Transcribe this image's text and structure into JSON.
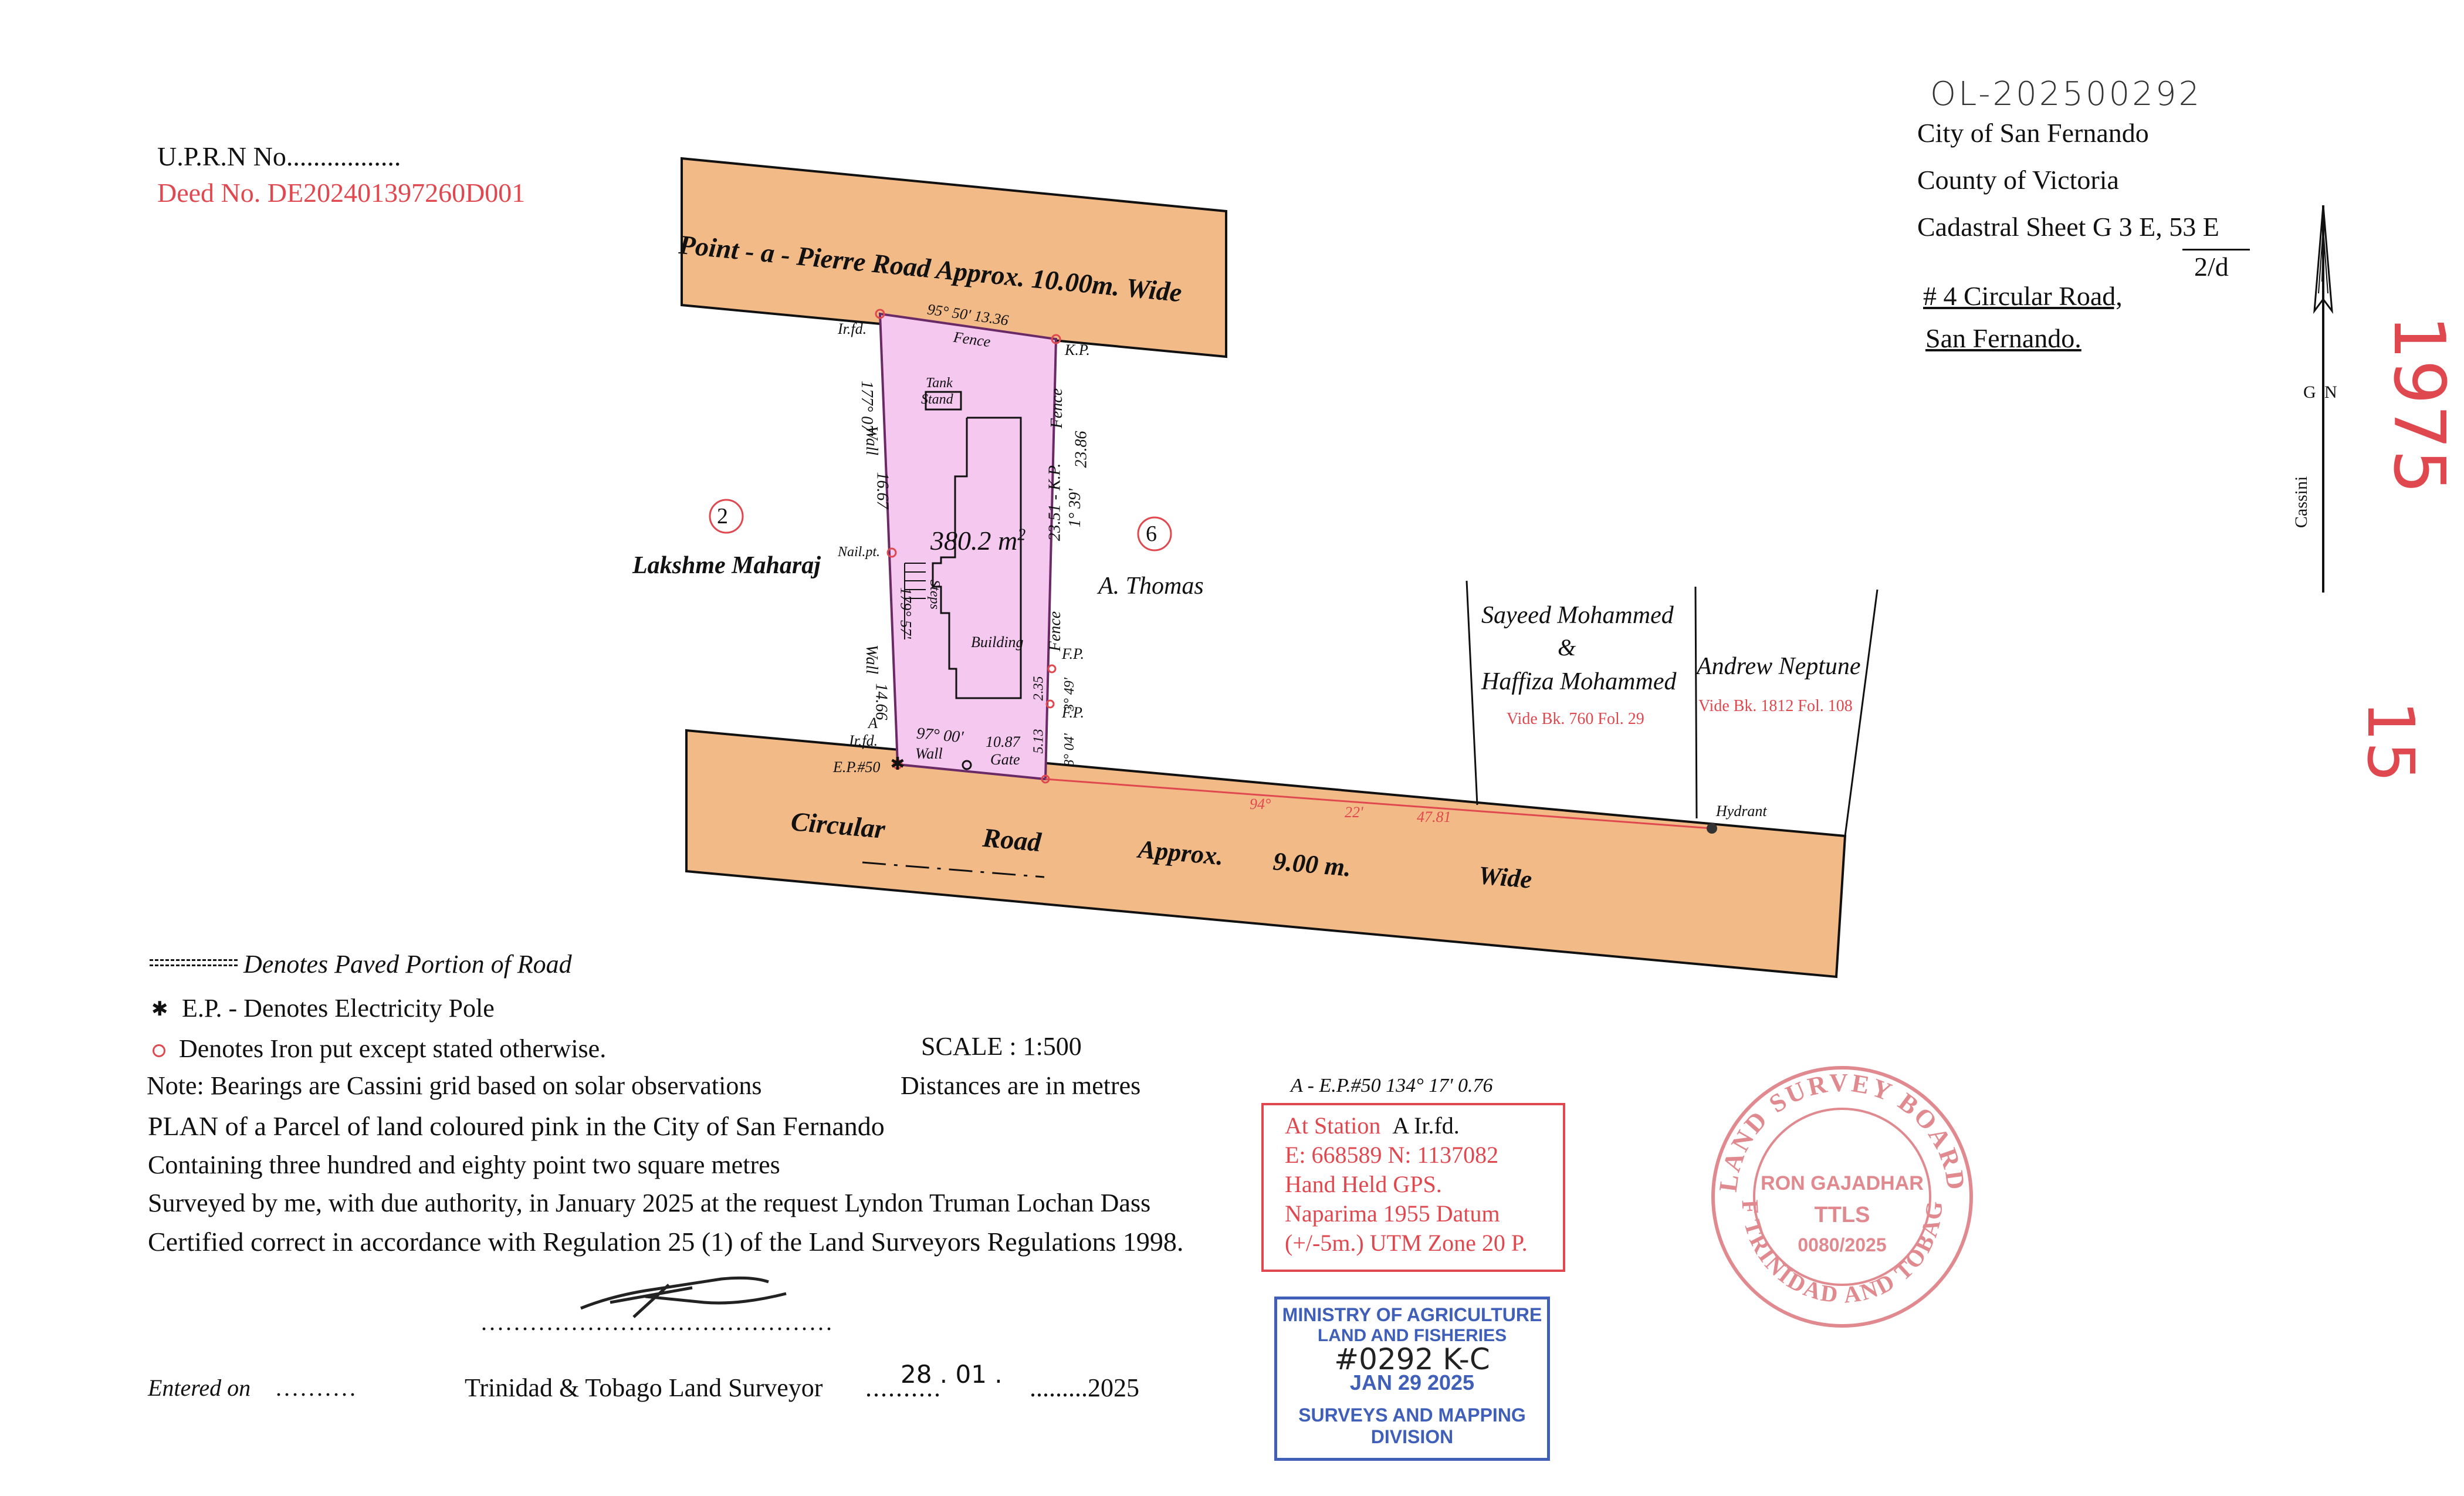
{
  "header": {
    "uprn": "U.P.R.N No.................",
    "deed": "Deed No. DE202401397260D001",
    "handwritten_ref": "OL-202500292",
    "city": "City of San Fernando",
    "county": "County of Victoria",
    "cadastral": "Cadastral Sheet  G 3 E, 53 E",
    "cadastral_sub": "2/d",
    "address1": "# 4 Circular Road,",
    "address2": "San Fernando."
  },
  "margin": {
    "handwritten_1975": "1975",
    "handwritten_15": "15",
    "north_g": "G",
    "north_n": "N",
    "cassini": "Cassini"
  },
  "map": {
    "road_top": "Point - a - Pierre Road Approx. 10.00m. Wide",
    "road_bottom_1": "Circular",
    "road_bottom_2": "Road",
    "road_bottom_3": "Approx.",
    "road_bottom_4": "9.00 m.",
    "road_bottom_5": "Wide",
    "area": "380.2 m",
    "area_sup": "2",
    "lot_left_num": "2",
    "lot_left_name": "Lakshme Maharaj",
    "lot_right_num": "6",
    "lot_right_name": "A. Thomas",
    "owner_a1": "Sayeed Mohammed",
    "owner_a2": "&",
    "owner_a3": "Haffiza Mohammed",
    "owner_a_ref": "Vide Bk. 760 Fol. 29",
    "owner_b": "Andrew Neptune",
    "owner_b_ref": "Vide Bk. 1812 Fol. 108",
    "top_bearing": "95° 50' 13.36",
    "top_fence": "Fence",
    "ir_fd_top": "Ir.fd.",
    "kp_top": "K.P.",
    "tank_1": "Tank",
    "tank_2": "Stand",
    "steps": "Steps",
    "building": "Building",
    "left_bearing": "177°  07'",
    "left_dist_1": "16.67",
    "left_dist_2": "14.66",
    "left_bearing_2": "179° 57'",
    "wall_1": "Wall",
    "wall_2": "Wall",
    "nail": "Nail.pt.",
    "right_fence_1": "Fence",
    "right_dist_1": "23.86",
    "right_dist_2": "23.51 - K.P.",
    "right_bearing": "1°  39'",
    "right_fence_2": "Fence",
    "fp_1": "F.P.",
    "fp_2": "F.P.",
    "right_short_1": "2.35",
    "right_short_2": "3° 49'",
    "right_short_3": "5.13",
    "right_short_4": "8° 04'",
    "bottom_bearing": "97°  00'",
    "bottom_dist": "10.87",
    "bottom_wall": "Wall",
    "gate": "Gate",
    "a_label": "A",
    "ir_fd_bot": "Ir.fd.",
    "ep50": "E.P.#50",
    "frontage_1": "94°",
    "frontage_2": "22'",
    "frontage_3": "47.81",
    "hydrant": "Hydrant"
  },
  "legend": {
    "paved": "Denotes Paved Portion of Road",
    "ep": "E.P. - Denotes Electricity Pole",
    "iron": "Denotes Iron put except stated otherwise.",
    "scale": "SCALE : 1:500",
    "note": "Note: Bearings are Cassini grid based on solar observations",
    "distances": "Distances are in metres",
    "plan": "PLAN of a Parcel of land coloured pink in the City of San Fernando",
    "containing": "Containing three hundred and eighty point two square metres",
    "surveyed": "Surveyed by me, with due authority, in January 2025 at the request Lyndon Truman Lochan Dass",
    "certified": "Certified correct in accordance with Regulation 25 (1) of the Land Surveyors Regulations 1998."
  },
  "station": {
    "tie": "A - E.P.#50  134° 17'  0.76",
    "line1": "At Station",
    "line1b": "A  Ir.fd.",
    "line2": "E: 668589   N: 1137082",
    "line3": "Hand Held GPS.",
    "line4": "Naparima 1955 Datum",
    "line5": "(+/-5m.) UTM  Zone  20 P."
  },
  "signature": {
    "dots": "...........................................",
    "entered": "Entered on",
    "entered_dots": "..........",
    "surveyor": "Trinidad & Tobago  Land Surveyor",
    "date_prefix": "..........",
    "date_hand": "28 . 01 .",
    "date_suffix": ".........2025"
  },
  "stamp_lsb": {
    "ring_top": "LAND SURVEY BOARD",
    "ring_bottom": "OF TRINIDAD AND TOBAGO",
    "name": "RON GAJADHAR",
    "title": "TTLS",
    "number": "0080/2025"
  },
  "stamp_ministry": {
    "line1": "MINISTRY OF AGRICULTURE",
    "line2": "LAND AND FISHERIES",
    "handwritten": "#0292 K-C",
    "date": "JAN 29 2025",
    "line4": "SURVEYS AND MAPPING",
    "line5": "DIVISION"
  },
  "colors": {
    "road_fill": "#f2ba87",
    "parcel_fill": "#f5c8f0",
    "accent_red": "#e0484f",
    "stamp_blue": "#3f5fb8"
  }
}
